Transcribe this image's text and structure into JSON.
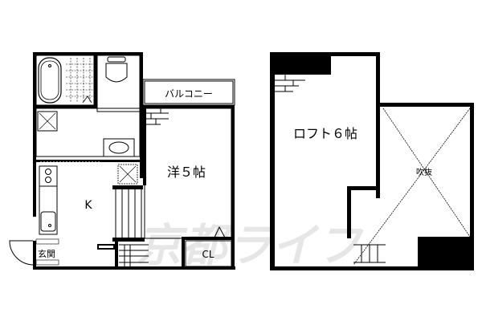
{
  "floorplan": {
    "ground_floor": {
      "rooms": {
        "balcony": "バルコニー",
        "western_room": "洋５帖",
        "kitchen": "K",
        "closet": "CL",
        "entrance": "玄関"
      }
    },
    "loft_floor": {
      "rooms": {
        "loft": "ロフト６帖",
        "void": "吹抜"
      }
    },
    "watermark": "京都ライフ",
    "colors": {
      "wall": "#000000",
      "background": "#ffffff",
      "watermark": "#e6e6e6"
    }
  }
}
